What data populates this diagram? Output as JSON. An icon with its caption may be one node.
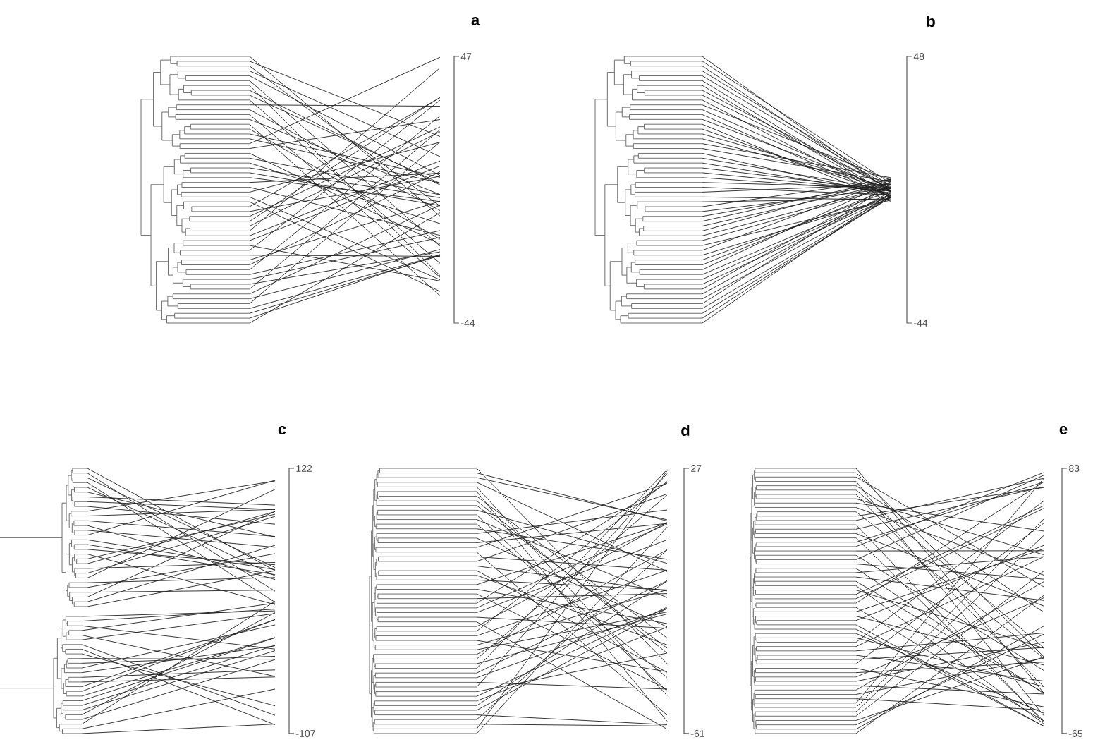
{
  "diagram": {
    "labels": [
      "a",
      "47",
      "-44",
      "b",
      "48",
      "-44",
      "c",
      "122",
      "-107",
      "d",
      "27",
      "-61",
      "e",
      "83",
      "-65"
    ]
  }
}
